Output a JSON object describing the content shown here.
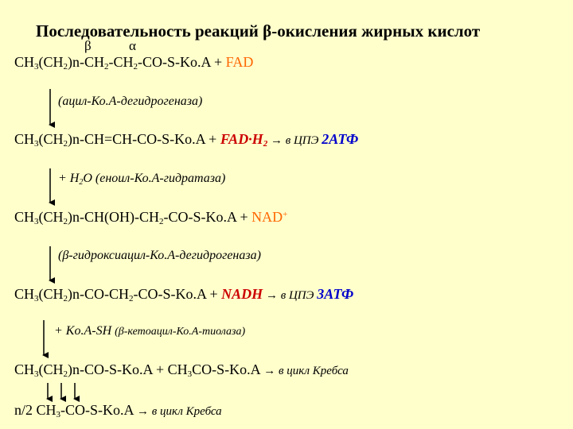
{
  "title": "Последовательность реакций β-окисления жирных кислот",
  "greek": {
    "beta": "β",
    "alpha": "α"
  },
  "reaction1": {
    "pre": "CH",
    "s1": "3",
    "m1": "(CH",
    "s2": "2",
    "m2": ")n-CH",
    "s3": "2",
    "m3": "-CH",
    "s4": "2",
    "m4": "-CO-S-Ko.A + ",
    "cofactor": "FAD"
  },
  "enzyme1": "(ацил-Ко.А-дегидрогеназа)",
  "reaction2": {
    "pre": "CH",
    "s1": "3",
    "m1": "(CH",
    "s2": "2",
    "m2": ")n-CH=CH-CO-S-Ko.A + ",
    "product": "FAD·H",
    "product_sub": "2",
    "arrow_text": " → в ЦПЭ ",
    "atp": "2АТФ"
  },
  "enzyme2": {
    "pre": "+ H",
    "sub": "2",
    "post": "O (еноил-Ко.А-гидратаза)"
  },
  "reaction3": {
    "pre": "CH",
    "s1": "3",
    "m1": "(CH",
    "s2": "2",
    "m2": ")n-CH(OH)-CH",
    "s3": "2",
    "m3": "-CO-S-Ko.A + ",
    "cofactor": "NAD",
    "cofactor_sup": "+"
  },
  "enzyme3": "(β-гидроксиацил-Ко.А-дегидрогеназа)",
  "reaction4": {
    "pre": "CH",
    "s1": "3",
    "m1": "(CH",
    "s2": "2",
    "m2": ")n-CO-CH",
    "s3": "2",
    "m3": "-CO-S-Ko.A + ",
    "product": "NADH",
    "arrow_text": " → в ЦПЭ ",
    "atp": "3АТФ"
  },
  "enzyme4": {
    "pre": "+ Ko.A-SH ",
    "post": "(β-кетоацил-Ко.А-тиолаза)"
  },
  "reaction5": {
    "pre": "CH",
    "s1": "3",
    "m1": "(CH",
    "s2": "2",
    "m2": ")n-CO-S-Ko.A + CH",
    "s3": "3",
    "m3": "CO-S-Ko.A ",
    "tail": "→ в цикл Кребса"
  },
  "reaction6": {
    "pre": "n/2 CH",
    "s1": "3",
    "m1": "-CO-S-Ko.A ",
    "tail": "→ в цикл Кребса"
  }
}
